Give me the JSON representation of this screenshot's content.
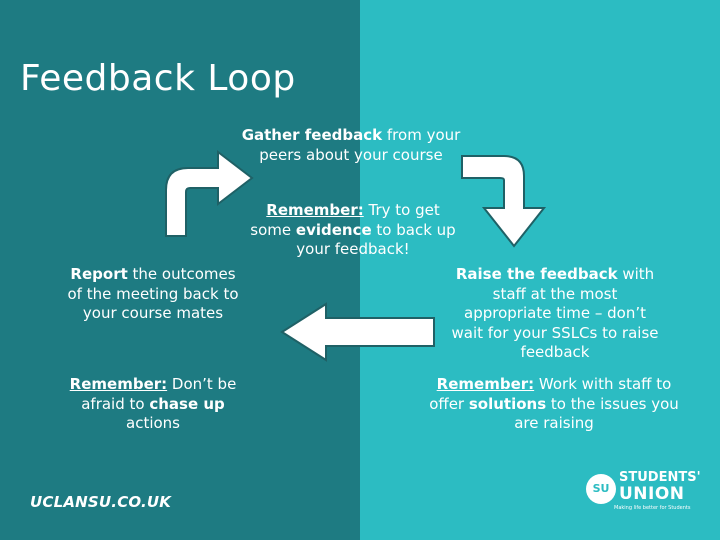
{
  "title": "Feedback Loop",
  "top": {
    "line1_bold": "Gather feedback",
    "line1_rest": " from your",
    "line2": "peers about your course"
  },
  "center_note": {
    "label": "Remember:",
    "line1_rest": " Try to get",
    "line2_pre": "some ",
    "line2_bold": "evidence",
    "line2_post": " to back up",
    "line3": "your feedback!"
  },
  "right": {
    "line1_bold": "Raise the feedback",
    "line1_rest": " with",
    "line2": "staff at the most",
    "line3": "appropriate time – don’t",
    "line4": "wait for your SSLCs to raise",
    "line5": "feedback"
  },
  "right_note": {
    "label": "Remember:",
    "line1_rest": " Work with staff to",
    "line2_pre": "offer ",
    "line2_bold": "solutions",
    "line2_post": " to the issues you",
    "line3": "are raising"
  },
  "left": {
    "line1_bold": "Report",
    "line1_rest": " the outcomes",
    "line2": "of the meeting back to",
    "line3": "your course mates"
  },
  "left_note": {
    "label": "Remember:",
    "line1_rest": " Don’t be",
    "line2_pre": "afraid to ",
    "line2_bold": "chase up",
    "line3": "actions"
  },
  "footer": {
    "url": "UCLANSU.CO.UK"
  },
  "logo": {
    "circle": "SU",
    "top": "STUDENTS'",
    "mid": "UNION",
    "tag": "Making life better for Students"
  },
  "colors": {
    "left_panel": "#1e7b82",
    "right_panel": "#2cbcc2",
    "arrow_fill": "#ffffff",
    "arrow_stroke": "#1f6166"
  }
}
